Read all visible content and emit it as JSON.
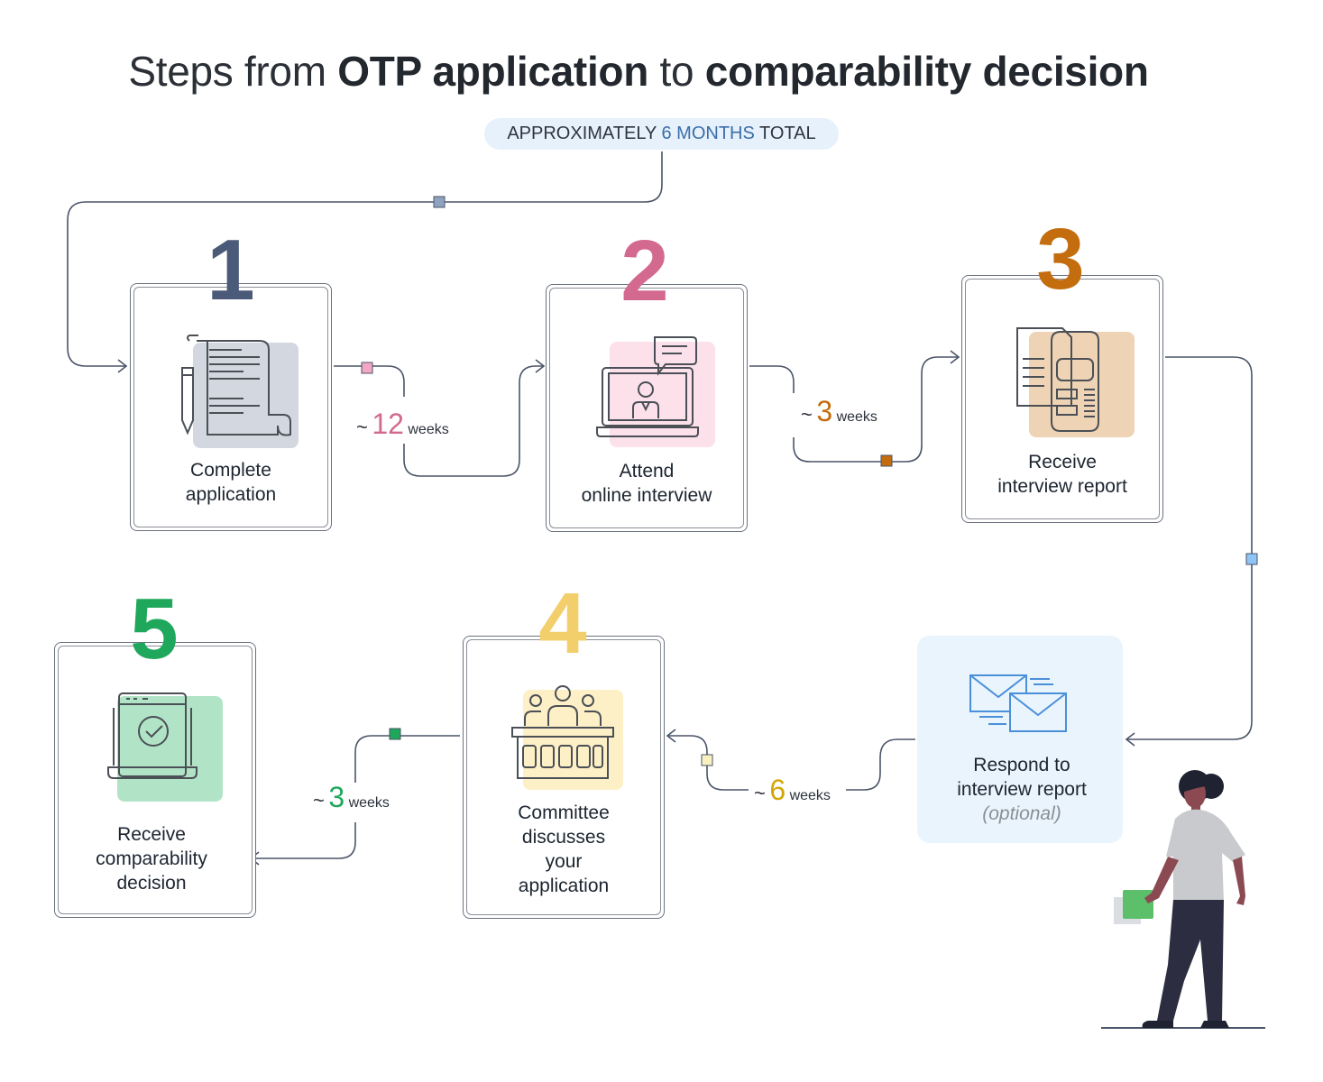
{
  "title": {
    "prefix": "Steps from ",
    "bold1": "OTP application",
    "middle": " to ",
    "bold2": "comparability decision"
  },
  "badge": {
    "prefix": "APPROXIMATELY ",
    "highlight": "6 MONTHS",
    "suffix": " TOTAL"
  },
  "colors": {
    "step1": "#4a5a78",
    "step2": "#d4698f",
    "step3": "#c36d0f",
    "step4": "#f3cf6c",
    "step5": "#1fa85c",
    "line": "#4a5568"
  },
  "steps": [
    {
      "number": "1",
      "label": "Complete\napplication",
      "icon": "document-pen-icon"
    },
    {
      "number": "2",
      "label": "Attend\nonline interview",
      "icon": "laptop-video-chat-icon"
    },
    {
      "number": "3",
      "label": "Receive\ninterview report",
      "icon": "report-documents-icon"
    },
    {
      "number": "4",
      "label": "Committee\ndiscusses\nyour\napplication",
      "icon": "committee-icon"
    },
    {
      "number": "5",
      "label": "Receive\ncomparability\ndecision",
      "icon": "laptop-check-icon"
    }
  ],
  "respond": {
    "label": "Respond to\ninterview report",
    "note": "(optional)",
    "icon": "envelopes-icon"
  },
  "durations": [
    {
      "tilde": "~",
      "value": "12",
      "unit": "weeks"
    },
    {
      "tilde": "~",
      "value": "3",
      "unit": "weeks"
    },
    {
      "tilde": "~",
      "value": "6",
      "unit": "weeks"
    },
    {
      "tilde": "~",
      "value": "3",
      "unit": "weeks"
    }
  ]
}
